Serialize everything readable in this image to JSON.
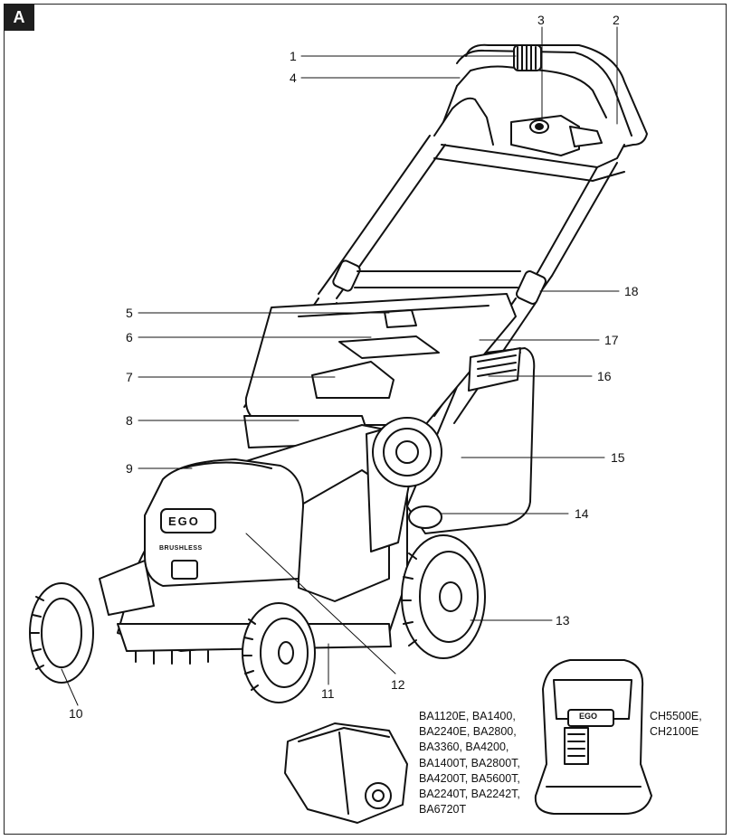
{
  "figure": {
    "tag": "A"
  },
  "callouts": [
    {
      "id": "1",
      "label": "1"
    },
    {
      "id": "2",
      "label": "2"
    },
    {
      "id": "3",
      "label": "3"
    },
    {
      "id": "4",
      "label": "4"
    },
    {
      "id": "5",
      "label": "5"
    },
    {
      "id": "6",
      "label": "6"
    },
    {
      "id": "7",
      "label": "7"
    },
    {
      "id": "8",
      "label": "8"
    },
    {
      "id": "9",
      "label": "9"
    },
    {
      "id": "10",
      "label": "10"
    },
    {
      "id": "11",
      "label": "11"
    },
    {
      "id": "12",
      "label": "12"
    },
    {
      "id": "13",
      "label": "13"
    },
    {
      "id": "14",
      "label": "14"
    },
    {
      "id": "15",
      "label": "15"
    },
    {
      "id": "16",
      "label": "16"
    },
    {
      "id": "17",
      "label": "17"
    },
    {
      "id": "18",
      "label": "18"
    }
  ],
  "battery_models": [
    "BA1120E, BA1400,",
    "BA2240E, BA2800,",
    "BA3360, BA4200,",
    "BA1400T, BA2800T,",
    "BA4200T, BA5600T,",
    "BA2240T, BA2242T,",
    "BA6720T"
  ],
  "charger_models": [
    "CH5500E,",
    "CH2100E"
  ],
  "brand": {
    "logo": "EGO",
    "motor_badge": "BRUSHLESS"
  }
}
